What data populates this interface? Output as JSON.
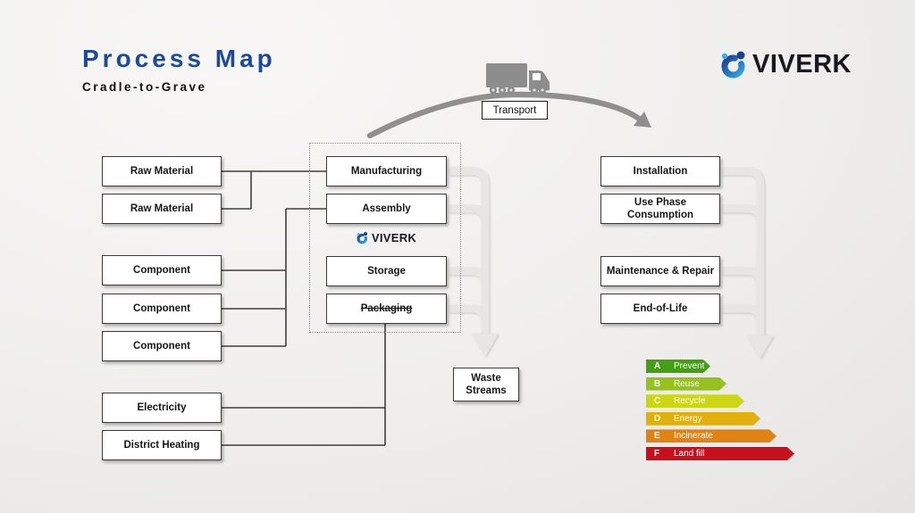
{
  "title": {
    "heading": "Process Map",
    "subheading": "Cradle-to-Grave"
  },
  "brand": {
    "name": "VIVERK",
    "primary_blue": "#1e3e8f",
    "light_blue": "#3ab0e3"
  },
  "transport": {
    "label": "Transport"
  },
  "inputs": {
    "raw_materials": [
      "Raw Material",
      "Raw Material"
    ],
    "components": [
      "Component",
      "Component",
      "Component"
    ],
    "utilities": [
      "Electricity",
      "District Heating"
    ]
  },
  "factory": {
    "brand_logo": "VIVERK",
    "steps": [
      {
        "label": "Manufacturing",
        "struck": false
      },
      {
        "label": "Assembly",
        "struck": false
      },
      {
        "label": "Storage",
        "struck": false
      },
      {
        "label": "Packaging",
        "struck": true
      }
    ]
  },
  "use_phase": {
    "steps": [
      "Installation",
      "Use Phase Consumption",
      "Maintenance & Repair",
      "End-of-Life"
    ]
  },
  "waste": {
    "line1": "Waste",
    "line2": "Streams"
  },
  "waste_hierarchy": {
    "rows": [
      {
        "letter": "A",
        "label": "Prevent",
        "color": "#43a013",
        "width": 72
      },
      {
        "letter": "B",
        "label": "Reuse",
        "color": "#96c11e",
        "width": 90
      },
      {
        "letter": "C",
        "label": "Recycle",
        "color": "#cbd713",
        "width": 110
      },
      {
        "letter": "D",
        "label": "Energy",
        "color": "#e0b10d",
        "width": 128
      },
      {
        "letter": "E",
        "label": "Incinerate",
        "color": "#e08214",
        "width": 146
      },
      {
        "letter": "F",
        "label": "Land fill",
        "color": "#c8101c",
        "width": 166
      }
    ]
  }
}
